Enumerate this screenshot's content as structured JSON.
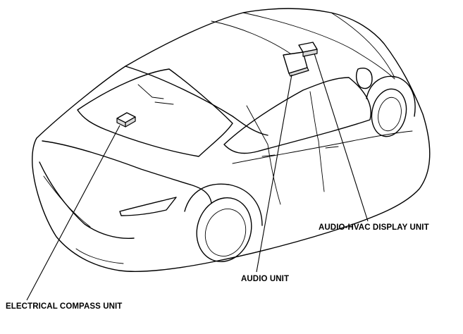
{
  "labels": {
    "audio_hvac_display_unit": "AUDIO-HVAC DISPLAY UNIT",
    "audio_unit": "AUDIO UNIT",
    "electrical_compass_unit": "ELECTRICAL COMPASS UNIT"
  }
}
